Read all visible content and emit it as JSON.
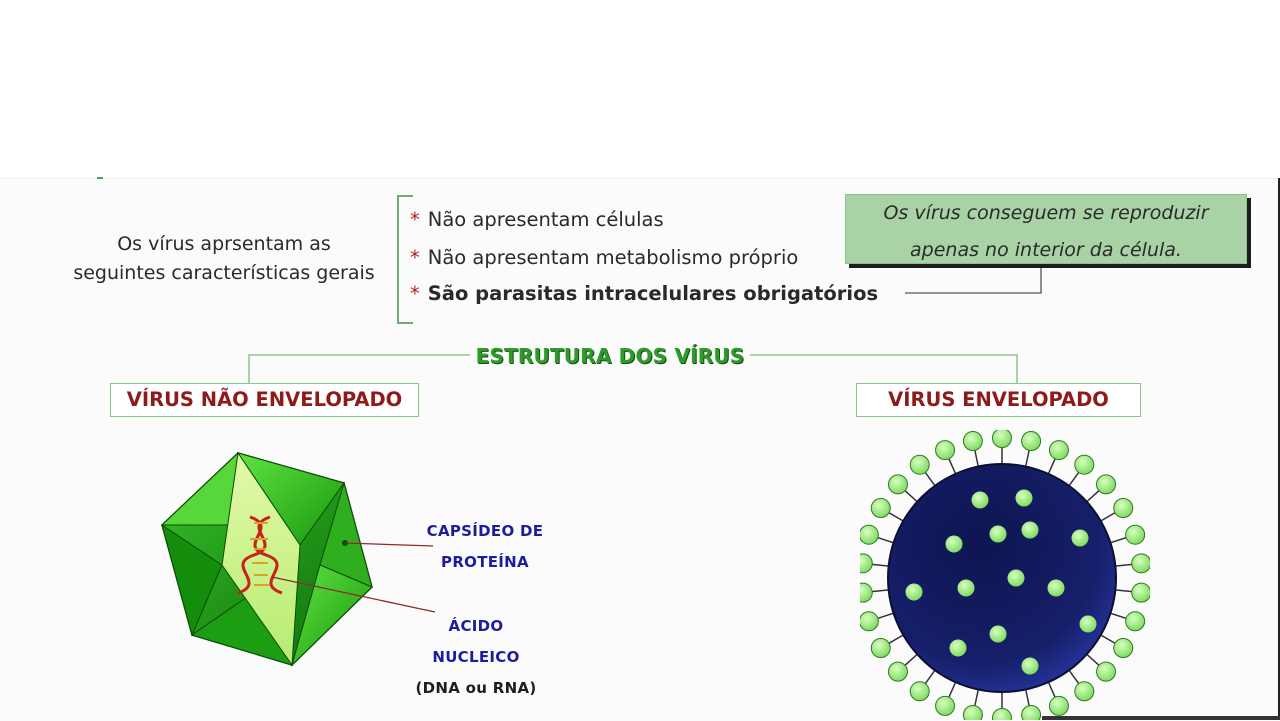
{
  "intro": {
    "line1": "Os vírus aprsentam as",
    "line2": "seguintes características gerais"
  },
  "characteristics": [
    {
      "marker": "*",
      "text": "Não apresentam células"
    },
    {
      "marker": "*",
      "text": "Não apresentam metabolismo próprio"
    },
    {
      "marker": "*",
      "text": "São parasitas intracelulares obrigatórios"
    }
  ],
  "note": {
    "line1": "Os vírus conseguem se reproduzir",
    "line2": "apenas no interior da célula."
  },
  "structure": {
    "title": "ESTRUTURA DOS VÍRUS",
    "non_enveloped": "VÍRUS NÃO ENVELOPADO",
    "enveloped": "VÍRUS ENVELOPADO"
  },
  "labels": {
    "capsid_line1": "CAPSÍDEO DE",
    "capsid_line2": "PROTEÍNA",
    "acid_line1": "ÁCIDO",
    "acid_line2": "NUCLEICO",
    "acid_line3": "(DNA ou RNA)"
  },
  "colors": {
    "accent_green": "#2f9a2a",
    "note_bg": "#a9d3a7",
    "label_red": "#8e1a1a",
    "label_blue": "#1d1d9c",
    "virion_blue": "#1a1f6e",
    "spike_green": "#9ef07a"
  },
  "icons": [
    "icosahedral-capsid-icon",
    "dna-helix-icon",
    "enveloped-virus-icon"
  ]
}
